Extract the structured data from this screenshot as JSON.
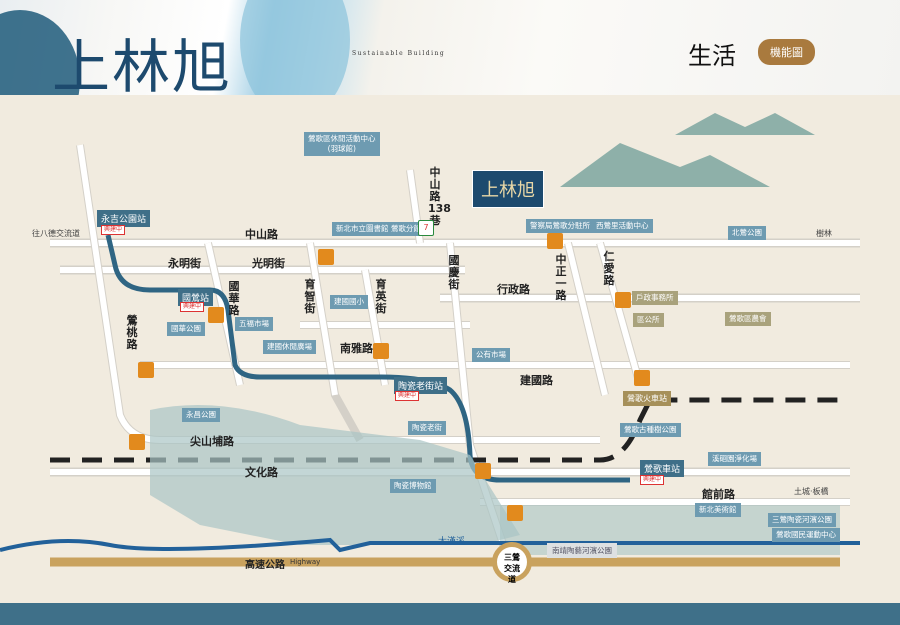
{
  "header": {
    "title": "上林旭",
    "subtitle": "Sustainable Building",
    "section": "生活",
    "badge": "機能圖"
  },
  "project_marker": "上林旭",
  "roads": {
    "zhongshan": "中山路",
    "yongming": "永明街",
    "guangming": "光明街",
    "lane138": "中山路138巷",
    "guoqing": "國慶街",
    "zhongzheng": "中正一路",
    "renai": "仁愛路",
    "xingzheng": "行政路",
    "guohua": "國華路",
    "yuzhi": "育智街",
    "yuying": "育英街",
    "yingtao": "鶯桃路",
    "nanya": "南雅路",
    "jianguo": "建國路",
    "jianshanpu": "尖山埔路",
    "wenhua": "文化路",
    "guanqian": "館前路",
    "highway": "高速公路",
    "highway_en": "Highway",
    "river": "大漢溪"
  },
  "directions": {
    "bade": "往八德交流道",
    "shulin": "樹林",
    "tucheng": "土城‧板橋"
  },
  "stations": {
    "yongji": "永吉公園站",
    "guoying": "國鶯站",
    "taoci": "陶瓷老街站",
    "yingge_lrt": "鶯歌車站",
    "yingge_train": "鶯歌火車站",
    "under_construction": "興建中",
    "interchange": "三鶯交流道"
  },
  "places": {
    "sports_center": "鶯歌區休閒活動中心",
    "sports_center_sub": "(羽球館)",
    "library": "新北市立圖書館 鶯歌分館",
    "police": "警察局鶯歌分駐所",
    "xiying": "西鶯里活動中心",
    "beiying_park": "北鶯公園",
    "jianguo_school": "建國國小",
    "wufu_market": "五福市場",
    "jianguo_plaza": "建國休閒廣場",
    "guohua_park": "國華公園",
    "public_market": "公有市場",
    "household": "戶政事務所",
    "district_office": "區公所",
    "farmers": "鶯歌區農會",
    "old_street": "陶瓷老街",
    "yongchang_park": "永昌公園",
    "tree_park": "鶯歌古種樹公園",
    "purification": "溪硘園淨化場",
    "museum": "陶瓷博物館",
    "art_museum": "新北美術館",
    "riverside_park": "三鶯陶瓷河濱公園",
    "sports_hall": "鶯歌國民運動中心",
    "nanjing_park": "南靖陶藝河濱公園"
  },
  "icons": {
    "ubike": "ubike-icon",
    "convenience": "7-eleven-icon"
  },
  "colors": {
    "navy": "#1d4a6e",
    "label_blue": "#6e9bb1",
    "khaki": "#a9a27c",
    "ubike": "#e28a1d",
    "gold": "#c9a25e"
  }
}
